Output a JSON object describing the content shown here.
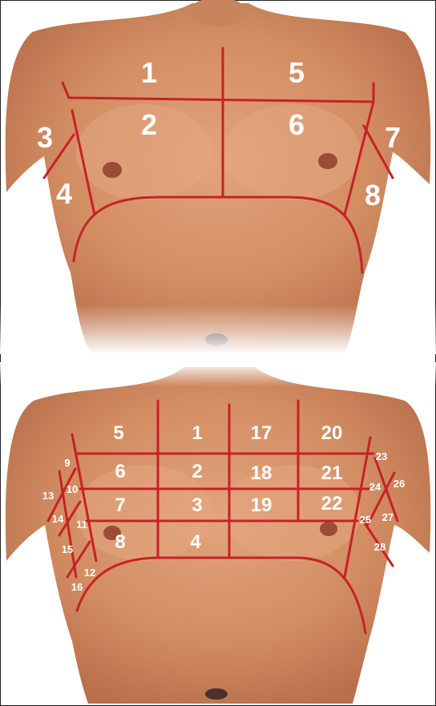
{
  "top_panel": {
    "labels": [
      "1",
      "2",
      "3",
      "4",
      "5",
      "6",
      "7",
      "8"
    ]
  },
  "bottom_panel": {
    "labels": [
      "1",
      "2",
      "3",
      "4",
      "5",
      "6",
      "7",
      "8",
      "9",
      "10",
      "11",
      "12",
      "13",
      "14",
      "15",
      "16",
      "17",
      "18",
      "19",
      "20",
      "21",
      "22",
      "23",
      "24",
      "25",
      "26",
      "27",
      "28"
    ]
  },
  "colors": {
    "line": "#c62127",
    "label": "#ffffff",
    "skin": "#d9946b"
  }
}
